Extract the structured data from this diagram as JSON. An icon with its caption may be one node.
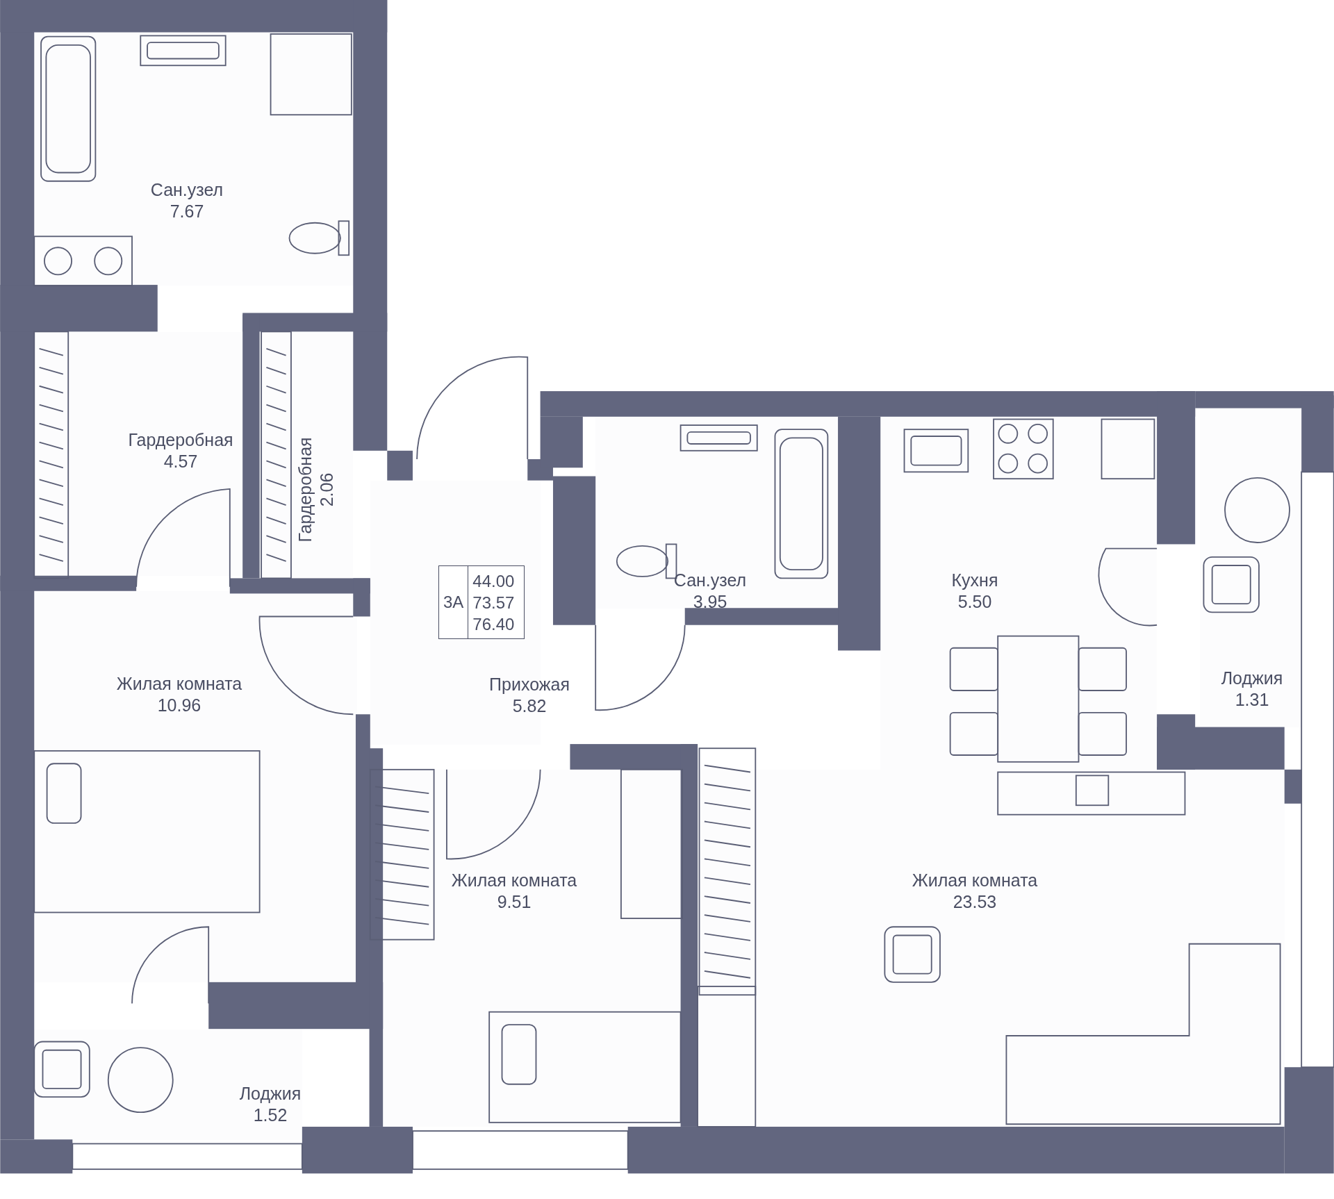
{
  "diagram": {
    "nodes": [
      {
        "text": [
          "Сан.узел",
          "7.67"
        ]
      },
      {
        "text": [
          "Гардеробная",
          "4.57"
        ]
      },
      {
        "text": [
          "Гардеробная",
          "2.06"
        ]
      },
      {
        "text": [
          "3А",
          "44.00",
          "73.57",
          "76.40"
        ],
        "in": 8
      },
      {
        "text": [
          "Сан.узел",
          "3.95"
        ]
      },
      {
        "text": [
          "Кухня",
          "5.50"
        ]
      },
      {
        "text": [
          "Лоджия",
          "1.31"
        ]
      },
      {
        "text": [
          "Жилая комната",
          "10.96"
        ]
      },
      {
        "text": [
          "Прихожая",
          "5.82"
        ]
      },
      {
        "text": [
          "Жилая комната",
          "9.51"
        ]
      },
      {
        "text": [
          "Жилая комната",
          "23.53"
        ]
      },
      {
        "text": [
          "Лоджия",
          "1.52"
        ]
      }
    ]
  }
}
